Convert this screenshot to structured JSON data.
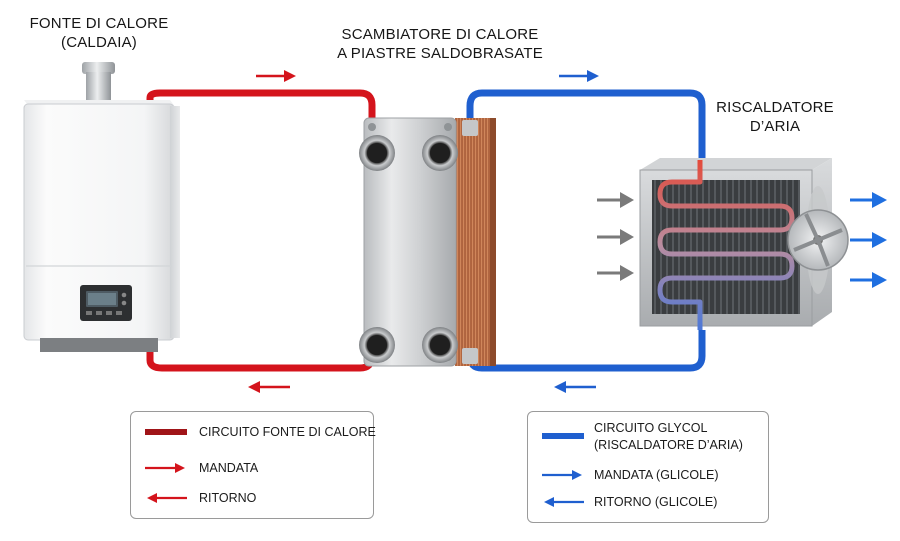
{
  "labels": {
    "heat_source": [
      "FONTE DI CALORE",
      "(CALDAIA)"
    ],
    "exchanger": [
      "SCAMBIATORE DI CALORE",
      "A PIASTRE SALDOBRASATE"
    ],
    "air_heater": [
      "RISCALDATORE",
      "D’ARIA"
    ]
  },
  "legend_left": {
    "circuit": "CIRCUITO FONTE DI CALORE",
    "supply": "MANDATA",
    "return": "RITORNO"
  },
  "legend_right": {
    "circuit_line1": "CIRCUITO GLYCOL",
    "circuit_line2": "(RISCALDATORE D’ARIA)",
    "supply": "MANDATA (GLICOLE)",
    "return": "RITORNO (GLICOLE)"
  },
  "colors": {
    "hot_circuit": "#d4141c",
    "hot_circuit_dark": "#a01418",
    "glycol_circuit": "#1f5fcf",
    "air_arrow_in": "#7a7a7a",
    "air_arrow_out": "#1f6fe0"
  }
}
